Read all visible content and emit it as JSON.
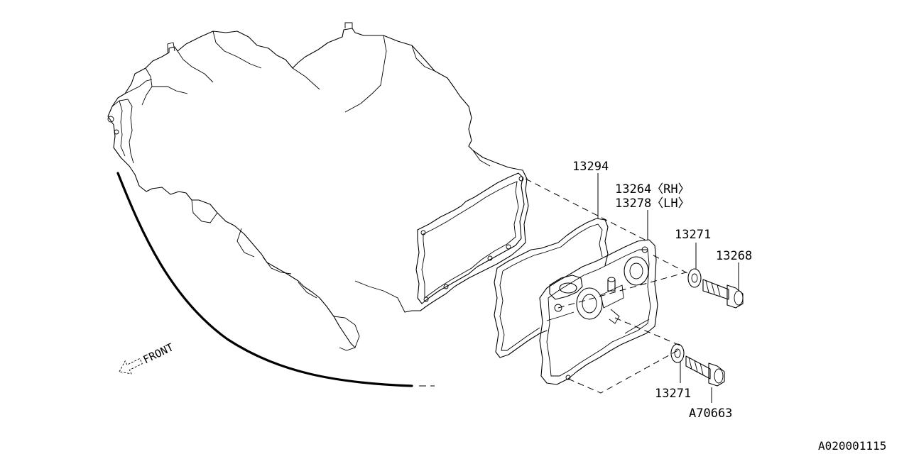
{
  "labels": {
    "valley_gasket": "13294",
    "cover_rh": "13264〈RH〉",
    "cover_lh": "13278〈LH〉",
    "seal_washer_upper": "13271",
    "bolt_upper": "13268",
    "seal_washer_lower": "13271",
    "bolt_lower": "A70663",
    "front_marker": "FRONT",
    "diagram_code": "A020001115"
  },
  "icons": {
    "front_arrow": "front-arrow-icon"
  }
}
